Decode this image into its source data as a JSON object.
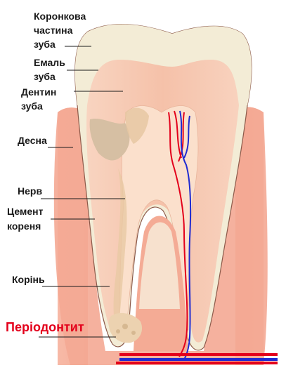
{
  "labels": {
    "crown": [
      "Коронкова",
      "частина",
      "зуба"
    ],
    "enamel": [
      "Емаль",
      "зуба"
    ],
    "dentin": [
      "Дентин",
      "зуба"
    ],
    "gum": "Десна",
    "nerve": "Нерв",
    "cementum": [
      "Цемент",
      "кореня"
    ],
    "root": "Корінь",
    "periodontitis": "Періодонтит"
  },
  "colors": {
    "enamel": "#f3ecd6",
    "dentin": "#f6cbb4",
    "pulp": "#fbe0cc",
    "gum": "#f29c86",
    "decay": "#d9c3a8",
    "artery": "#e3001b",
    "vein": "#1f2bd1",
    "highlight": "#e3001b"
  }
}
